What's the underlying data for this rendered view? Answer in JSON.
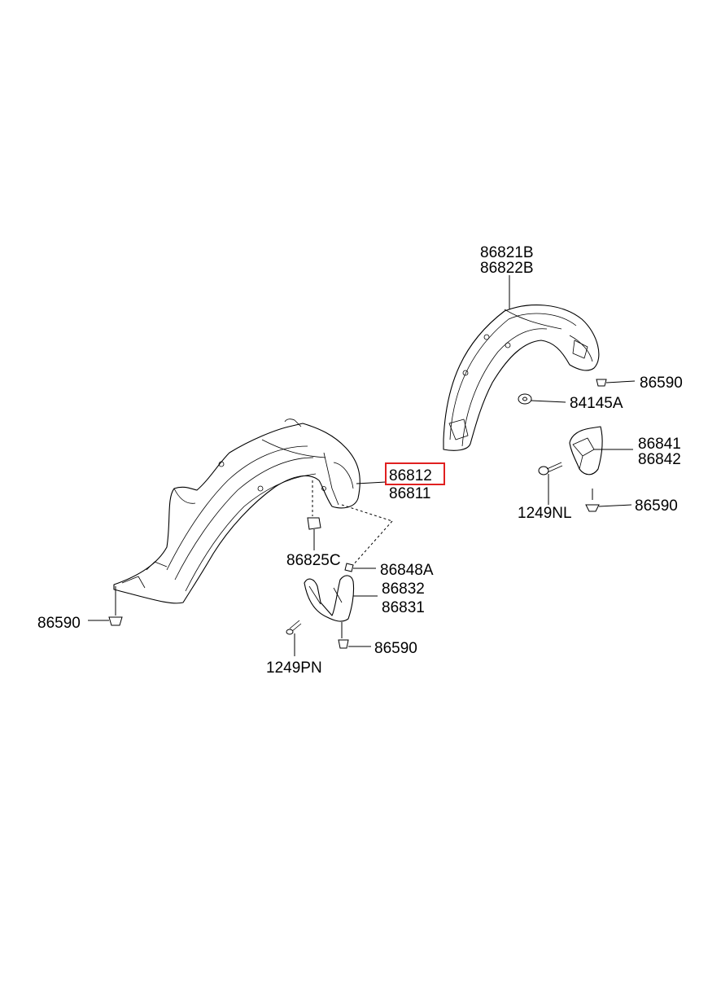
{
  "colors": {
    "highlight": "#e02020",
    "line": "#000000",
    "background": "#ffffff"
  },
  "labels": {
    "l_86821B": "86821B",
    "l_86822B": "86822B",
    "l_86590_a": "86590",
    "l_84145A": "84145A",
    "l_86841": "86841",
    "l_86842": "86842",
    "l_1249NL": "1249NL",
    "l_86590_b": "86590",
    "l_86812": "86812",
    "l_86811": "86811",
    "l_86825C": "86825C",
    "l_86848A": "86848A",
    "l_86832": "86832",
    "l_86831": "86831",
    "l_86590_c": "86590",
    "l_86590_d": "86590",
    "l_1249PN": "1249PN"
  },
  "highlighted_part": "86812"
}
